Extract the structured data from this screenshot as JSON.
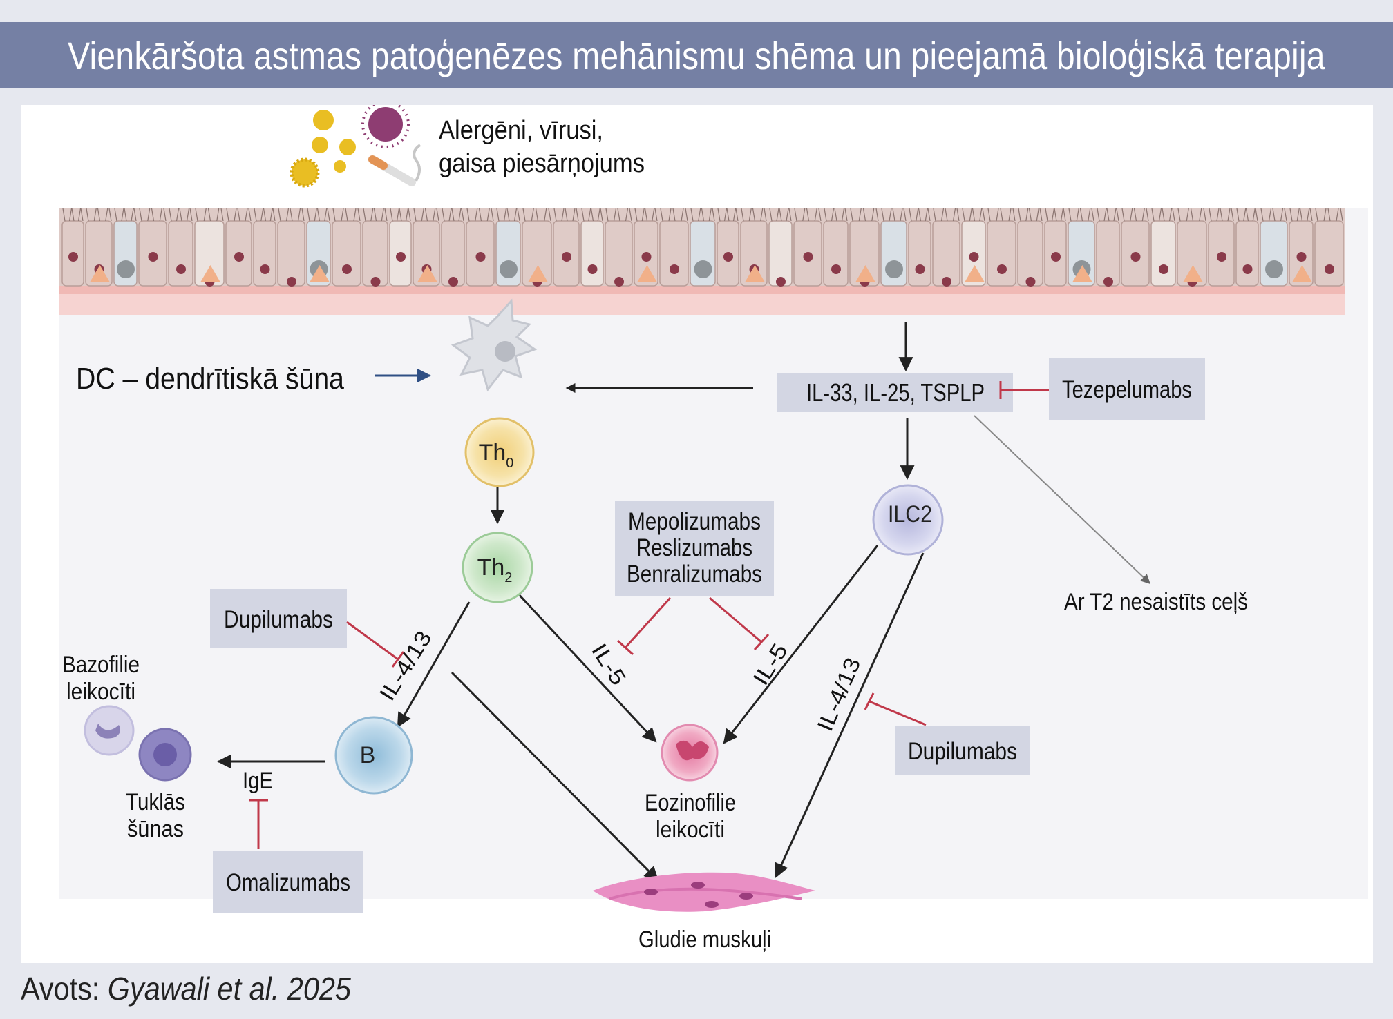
{
  "title": "Vienkāršota astmas patoģenēzes mehānismu shēma un pieejamā bioloģiskā terapija",
  "triggers": {
    "line1": "Alergēni, vīrusi,",
    "line2": "gaisa piesārņojums"
  },
  "dc_label": "DC – dendrītiskā šūna",
  "cytokines": "IL-33, IL-25, TSPLP",
  "cells": {
    "th0": {
      "main": "Th",
      "sub": "0"
    },
    "th2": {
      "main": "Th",
      "sub": "2"
    },
    "ilc2": "ILC2",
    "b": "B",
    "basophils": {
      "line1": "Bazofilie",
      "line2": "leikocīti"
    },
    "mast": {
      "line1": "Tuklās",
      "line2": "šūnas"
    },
    "eosinophils": {
      "line1": "Eozinofilie",
      "line2": "leikocīti"
    },
    "smooth_muscle": "Gludie muskuļi"
  },
  "drugs": {
    "tezepelumab": "Tezepelumabs",
    "anti_il5": [
      "Mepolizumabs",
      "Reslizumabs",
      "Benralizumabs"
    ],
    "dupilumab_left": "Dupilumabs",
    "dupilumab_right": "Dupilumabs",
    "omalizumab": "Omalizumabs"
  },
  "pathway_labels": {
    "il4_13_left": "IL-4/13",
    "il5_left": "IL-5",
    "il5_right": "IL-5",
    "il4_13_right": "IL-4/13",
    "ige": "IgE",
    "non_t2": "Ar T2 nesaistīts ceļš"
  },
  "source": {
    "prefix": "Avots: ",
    "citation": "Gyawali et al. 2025"
  },
  "colors": {
    "title_bar": "#7580a4",
    "drug_box": "#d3d6e3",
    "inhibition": "#c0384a",
    "arrow": "#222222"
  }
}
